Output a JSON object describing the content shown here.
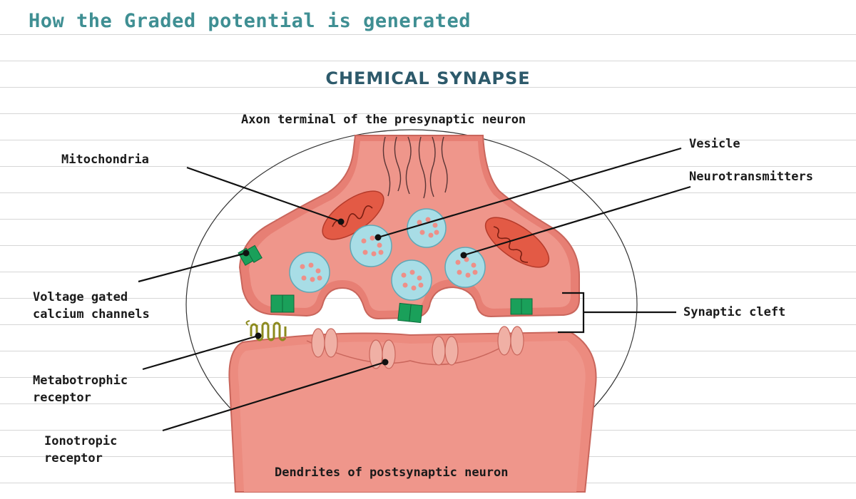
{
  "page_title": "How the Graded potential is generated",
  "diagram_title": "CHEMICAL SYNAPSE",
  "labels": {
    "top": "Axon terminal of the presynaptic neuron",
    "bottom": "Dendrites of postsynaptic neuron",
    "mitochondria": "Mitochondria",
    "vesicle": "Vesicle",
    "neurotransmitters": "Neurotransmitters",
    "voltage_line1": "Voltage gated",
    "voltage_line2": "calcium channels",
    "synaptic_cleft": "Synaptic cleft",
    "metabotrophic_line1": "Metabotrophic",
    "metabotrophic_line2": "receptor",
    "ionotropic_line1": "Ionotropic",
    "ionotropic_line2": "receptor"
  },
  "colors": {
    "title": "#3f8f93",
    "heading": "#2d5a6b",
    "tissue": "#ec8b7f",
    "tissue_outline": "#c9665c",
    "mitochondria": "#e35a45",
    "vesicle": "#a8dde6",
    "channel": "#1aa05a",
    "receptor": "#f0b0a5",
    "metabotropic_receptor": "#8c8a1e"
  }
}
